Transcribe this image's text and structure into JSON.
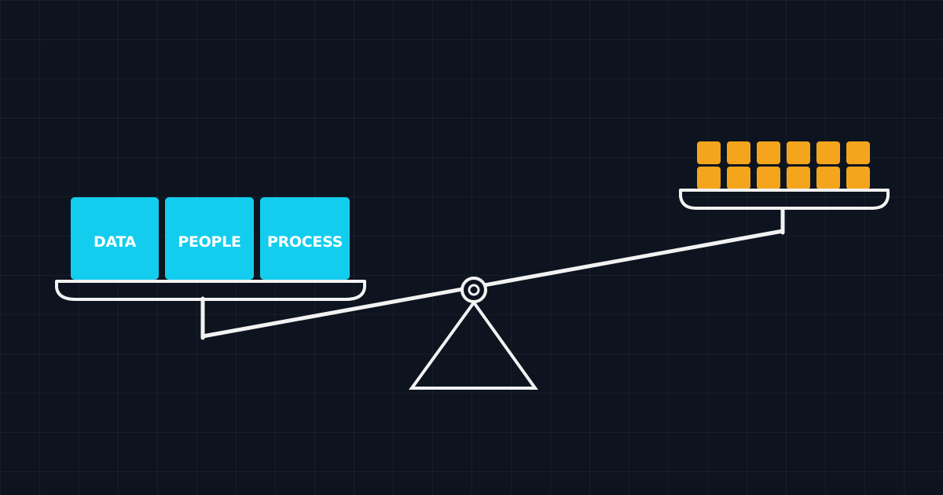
{
  "left_pan": {
    "blocks": [
      {
        "label": "DATA"
      },
      {
        "label": "PEOPLE"
      },
      {
        "label": "PROCESS"
      }
    ]
  },
  "right_pan": {
    "block_rows": 2,
    "block_columns": 6
  },
  "colors": {
    "background": "#0d1420",
    "line": "#f2f2f2",
    "left_block": "#13cdee",
    "right_block": "#f4a51c"
  }
}
